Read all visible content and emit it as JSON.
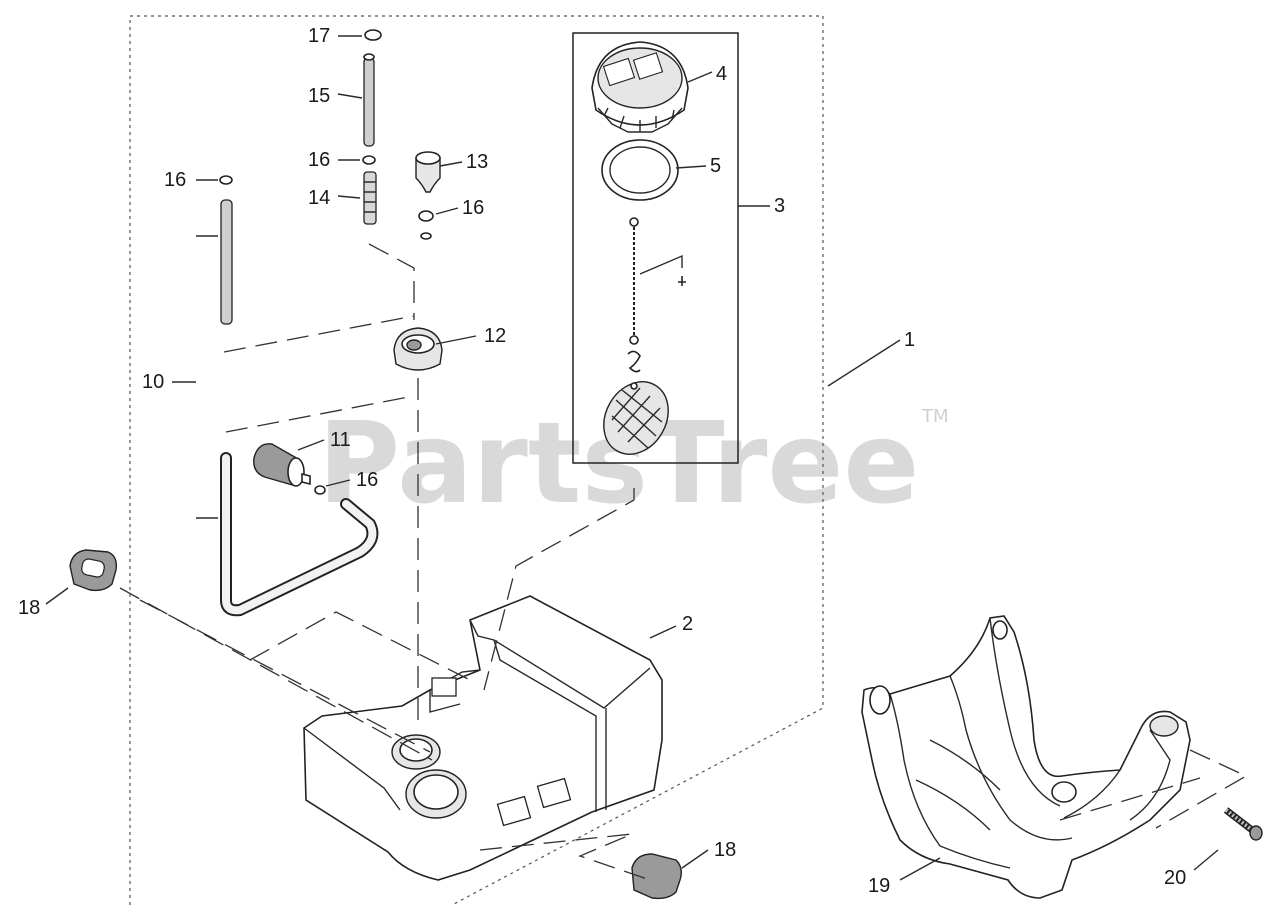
{
  "watermark": {
    "brand": "PartsTree",
    "trademark": "TM"
  },
  "callouts": {
    "c1": "1",
    "c2": "2",
    "c3": "3",
    "c4": "4",
    "c5": "5",
    "c10": "10",
    "c11": "11",
    "c12": "12",
    "c13": "13",
    "c14": "14",
    "c15": "15",
    "c16a": "16",
    "c16b": "16",
    "c16c": "16",
    "c16d": "16",
    "c17": "17",
    "c18a": "18",
    "c18b": "18",
    "c19": "19",
    "c20": "20"
  }
}
